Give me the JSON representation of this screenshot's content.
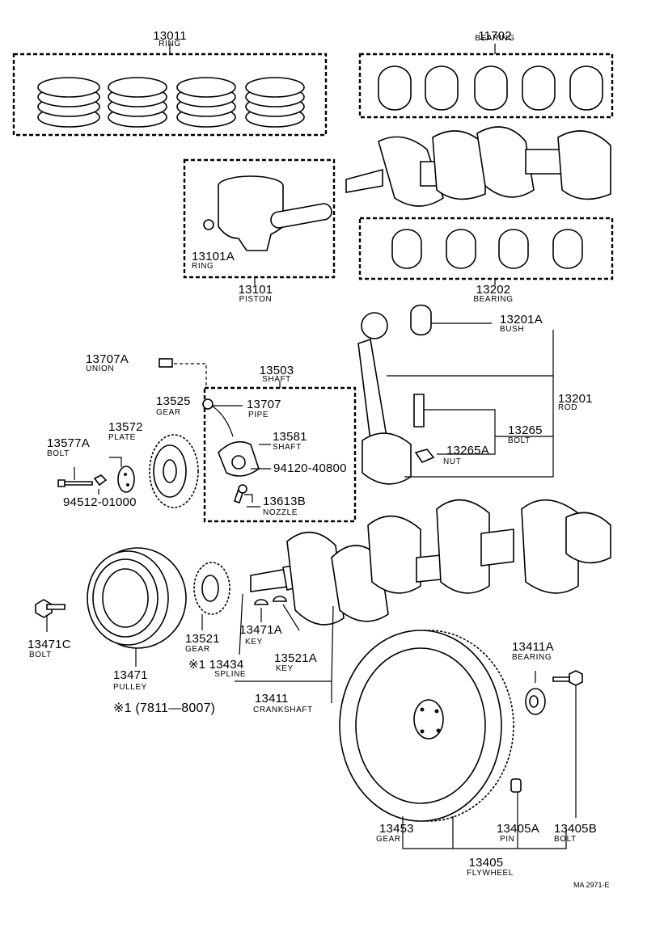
{
  "parts": {
    "ring": {
      "number": "13011",
      "name": "RING"
    },
    "bearing_upper": {
      "number": "11702",
      "name": "BEARING"
    },
    "piston_ring": {
      "number": "13101A",
      "name": "RING"
    },
    "piston": {
      "number": "13101",
      "name": "PISTON"
    },
    "bearing_lower": {
      "number": "13202",
      "name": "BEARING"
    },
    "bush": {
      "number": "13201A",
      "name": "BUSH"
    },
    "union": {
      "number": "13707A",
      "name": "UNION"
    },
    "shaft_assy": {
      "number": "13503",
      "name": "SHAFT"
    },
    "gear_13525": {
      "number": "13525",
      "name": "GEAR"
    },
    "pipe": {
      "number": "13707",
      "name": "PIPE"
    },
    "rod": {
      "number": "13201",
      "name": "ROD"
    },
    "plate": {
      "number": "13572",
      "name": "PLATE"
    },
    "shaft_13581": {
      "number": "13581",
      "name": "SHAFT"
    },
    "bolt_13265": {
      "number": "13265",
      "name": "BOLT"
    },
    "bolt_13577a": {
      "number": "13577A",
      "name": "BOLT"
    },
    "nut": {
      "number": "13265A",
      "name": "NUT"
    },
    "part_94120": {
      "number": "94120-40800"
    },
    "part_94512": {
      "number": "94512-01000"
    },
    "nozzle": {
      "number": "13613B",
      "name": "NOZZLE"
    },
    "gear_13521": {
      "number": "13521",
      "name": "GEAR"
    },
    "key_13471a": {
      "number": "13471A",
      "name": "KEY"
    },
    "key_13521a": {
      "number": "13521A",
      "name": "KEY"
    },
    "bolt_13471c": {
      "number": "13471C",
      "name": "BOLT"
    },
    "pulley": {
      "number": "13471",
      "name": "PULLEY"
    },
    "spline": {
      "number": "※1 13434",
      "name": "SPLINE"
    },
    "crankshaft": {
      "number": "13411",
      "name": "CRANKSHAFT"
    },
    "bearing_13411a": {
      "number": "13411A",
      "name": "BEARING"
    },
    "gear_13453": {
      "number": "13453",
      "name": "GEAR"
    },
    "pin": {
      "number": "13405A",
      "name": "PIN"
    },
    "bolt_13405b": {
      "number": "13405B",
      "name": "BOLT"
    },
    "flywheel": {
      "number": "13405",
      "name": "FLYWHEEL"
    }
  },
  "footnote": "※1 (7811—8007)",
  "footer_code": "MA 2971-E"
}
